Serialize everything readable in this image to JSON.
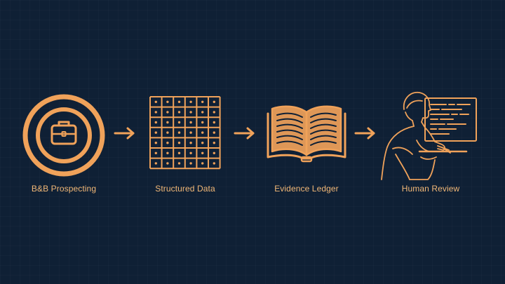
{
  "diagram": {
    "colors": {
      "background": "#0f2035",
      "accent": "#f0a25a",
      "label": "#f2b877"
    },
    "steps": [
      {
        "label": "B&B Prospecting",
        "icon": "briefcase-target-icon"
      },
      {
        "label": "Structured Data",
        "icon": "grid-icon"
      },
      {
        "label": "Evidence Ledger",
        "icon": "open-book-icon"
      },
      {
        "label": "Human Review",
        "icon": "person-at-computer-icon"
      }
    ],
    "connectors": [
      "arrow-right-icon",
      "arrow-right-icon",
      "arrow-right-icon"
    ]
  }
}
